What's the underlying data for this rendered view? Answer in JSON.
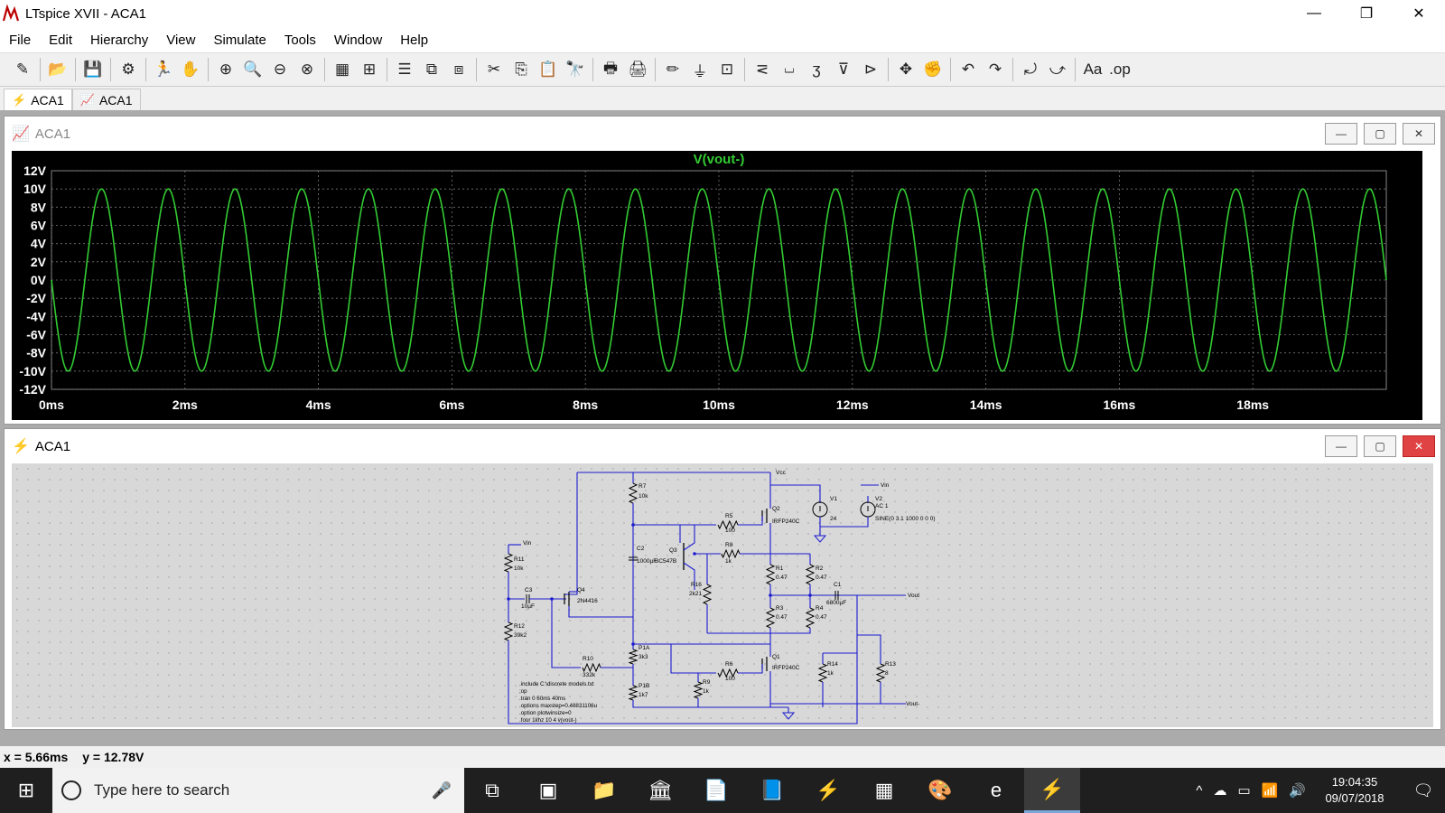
{
  "window": {
    "title": "LTspice XVII - ACA1",
    "minimize_icon": "—",
    "restore_icon": "❐",
    "close_icon": "✕"
  },
  "menu": [
    "File",
    "Edit",
    "Hierarchy",
    "View",
    "Simulate",
    "Tools",
    "Window",
    "Help"
  ],
  "toolbar": {
    "icons": [
      "new-schematic-icon",
      "open-icon",
      "save-icon",
      "control-panel-icon",
      "run-icon",
      "halt-icon",
      "zoom-in-icon",
      "zoom-pan-icon",
      "zoom-out-icon",
      "zoom-fit-icon",
      "autorange-icon",
      "view-marker-icon",
      "tile-horizontal-icon",
      "tile-vertical-icon",
      "cascade-icon",
      "cut-icon",
      "copy-icon",
      "paste-icon",
      "find-icon",
      "print-icon",
      "print-preview-icon",
      "draw-wire-icon",
      "ground-icon",
      "label-net-icon",
      "resistor-icon",
      "capacitor-icon",
      "inductor-icon",
      "diode-icon",
      "component-icon",
      "move-icon",
      "drag-icon",
      "undo-icon",
      "redo-icon",
      "rotate-icon",
      "mirror-icon",
      "text-icon",
      "spice-directive-icon"
    ],
    "glyphs": [
      "✎",
      "📂",
      "💾",
      "⚙",
      "🏃",
      "✋",
      "⊕",
      "🔍",
      "⊖",
      "⊗",
      "▦",
      "⊞",
      "☰",
      "⧉",
      "⧈",
      "✂",
      "⎘",
      "📋",
      "🔭",
      "🖶",
      "🖨",
      "✏",
      "⏚",
      "⊡",
      "⋜",
      "⏘",
      "ʒ",
      "⊽",
      "⊳",
      "✥",
      "✊",
      "↶",
      "↷",
      "⤾",
      "⤻",
      "Aa",
      ".op"
    ]
  },
  "tabs": [
    {
      "label": "ACA1",
      "icon": "⚡"
    },
    {
      "label": "ACA1",
      "icon": "📈"
    }
  ],
  "plot_window": {
    "title": "ACA1",
    "trace_label": "V(vout-)",
    "trace_color": "#33cc33",
    "win_min": "—",
    "win_max": "▢",
    "win_close": "✕"
  },
  "schematic_window": {
    "title": "ACA1",
    "win_min": "—",
    "win_max": "▢",
    "win_close": "✕"
  },
  "chart_data": {
    "type": "line",
    "title": "V(vout-)",
    "xlabel": "",
    "ylabel": "",
    "x_ticks": [
      "0ms",
      "2ms",
      "4ms",
      "6ms",
      "8ms",
      "10ms",
      "12ms",
      "14ms",
      "16ms",
      "18ms"
    ],
    "y_ticks": [
      "12V",
      "10V",
      "8V",
      "6V",
      "4V",
      "2V",
      "0V",
      "-2V",
      "-4V",
      "-6V",
      "-8V",
      "-10V",
      "-12V"
    ],
    "xlim_ms": [
      0,
      20
    ],
    "ylim_V": [
      -12,
      12
    ],
    "grid": true,
    "series": [
      {
        "name": "V(vout-)",
        "waveform": "sine",
        "amplitude_V": 10.0,
        "frequency_Hz": 1000,
        "offset_V": 0,
        "phase": "starts at 0V going negative"
      }
    ]
  },
  "schematic": {
    "labels": {
      "vcc": "Vcc",
      "r7": "R7",
      "r7v": "10k",
      "r5": "R5",
      "r5v": "100",
      "q2": "Q2",
      "q2v": "IRFP240C",
      "v1": "V1",
      "v1v": "24",
      "vin_top": "Vin",
      "v2": "V2",
      "v2ac": "AC 1",
      "v2sine": "SINE(0 3.1 1000 0 0 0)",
      "vin_left": "Vin",
      "r11": "R11",
      "r11v": "10k",
      "c2": "C2",
      "c2v": "1000µF",
      "q3": "Q3",
      "q3v": "BC547B",
      "r8": "R8",
      "r8v": "1k",
      "r1": "R1",
      "r1v": "0.47",
      "r2": "R2",
      "r2v": "0.47",
      "c1": "C1",
      "c1v": "6800µF",
      "vout_p": "Vout",
      "c3": "C3",
      "c3v": "10µF",
      "q4": "Q4",
      "q4v": "2N4416",
      "r16": "R16",
      "r16v": "2k21",
      "r3": "R3",
      "r3v": "0.47",
      "r4": "R4",
      "r4v": "0.47",
      "r12": "R12",
      "r12v": "39k2",
      "p1a": "P1A",
      "p1av": "3k3",
      "r10": "R10",
      "r10v": "332k",
      "r6": "R6",
      "r6v": "100",
      "q1": "Q1",
      "q1v": "IRFP240C",
      "r14": "R14",
      "r14v": "1k",
      "r13": "R13",
      "r13v": "8",
      "r9": "R9",
      "r9v": "1k",
      "p1b": "P1B",
      "p1bv": "1k7",
      "vout_m": "Vout-"
    },
    "directives": [
      ".include C:\\discrete models.txt",
      ";op",
      ".tran 0 60ms 40ms",
      ".options maxstep=0.48831106u",
      ".option plotwinsize=0",
      ".four 1khz 10 4 v(vout-)"
    ]
  },
  "status": {
    "x": "x = 5.66ms",
    "y": "y = 12.78V"
  },
  "taskbar": {
    "start_icon": "⊞",
    "search_placeholder": "Type here to search",
    "mic_icon": "🎤",
    "apps": [
      {
        "name": "task-view-icon",
        "glyph": "⧉"
      },
      {
        "name": "store-icon",
        "glyph": "▣"
      },
      {
        "name": "file-explorer-icon",
        "glyph": "📁"
      },
      {
        "name": "bank-icon",
        "glyph": "🏛"
      },
      {
        "name": "document-icon",
        "glyph": "📄"
      },
      {
        "name": "notebook-icon",
        "glyph": "📘"
      },
      {
        "name": "ltspice-icon",
        "glyph": "⚡"
      },
      {
        "name": "calculator-icon",
        "glyph": "▦"
      },
      {
        "name": "paint-icon",
        "glyph": "🎨"
      },
      {
        "name": "edge-icon",
        "glyph": "e"
      },
      {
        "name": "ltspice-active-icon",
        "glyph": "⚡"
      }
    ],
    "tray": {
      "chevron": "^",
      "cloud": "☁",
      "battery": "▭",
      "wifi": "📶",
      "volume": "🔊"
    },
    "time": "19:04:35",
    "date": "09/07/2018",
    "notif_icon": "🗨"
  }
}
